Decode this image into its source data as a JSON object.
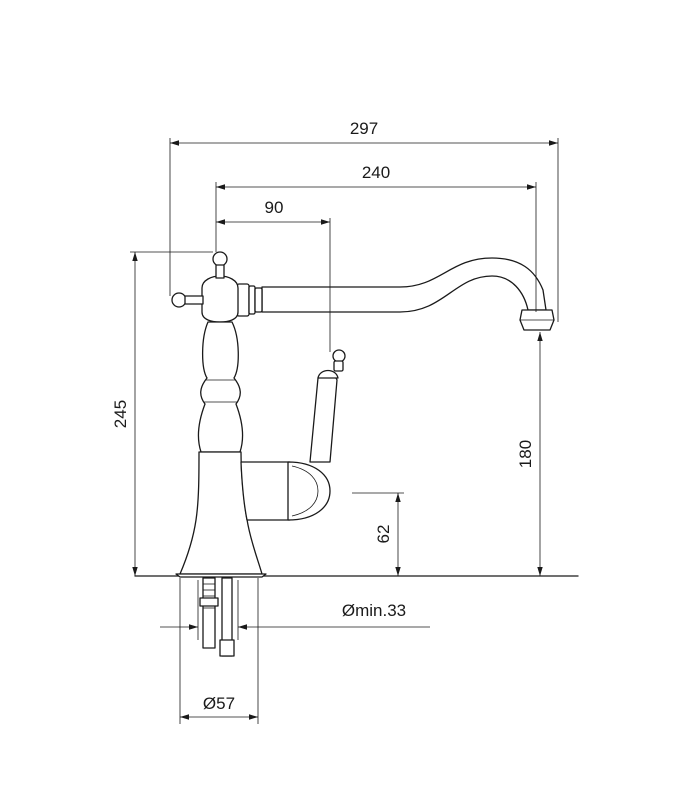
{
  "dimensions": {
    "total_width": "297",
    "spout_reach": "240",
    "handle_offset": "90",
    "total_height": "245",
    "spout_height": "180",
    "lever_height": "62",
    "hole_diameter": "Ømin.33",
    "base_diameter": "Ø57"
  },
  "colors": {
    "line": "#1a1a1a",
    "background": "#ffffff"
  }
}
